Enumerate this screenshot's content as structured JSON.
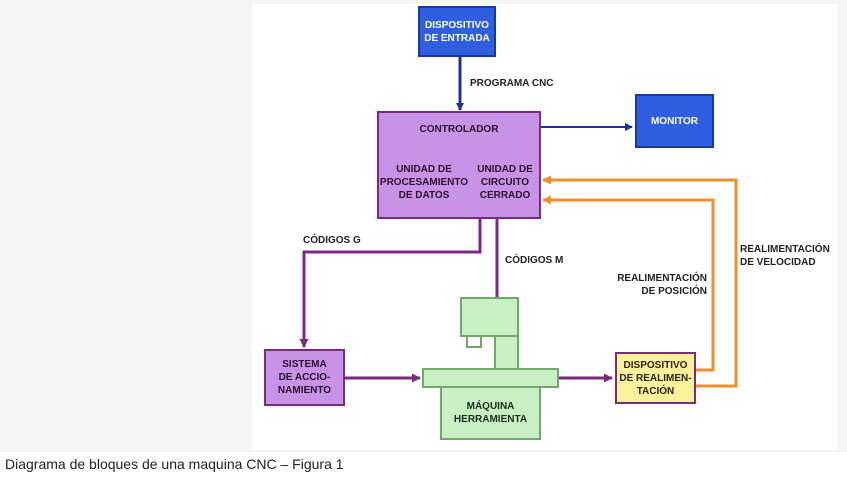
{
  "diagram": {
    "input_device": "DISPOSITIVO\nDE ENTRADA",
    "program_label": "PROGRAMA CNC",
    "controller": {
      "title": "CONTROLADOR",
      "left_unit": "UNIDAD DE\nPROCESAMIENTO\nDE DATOS",
      "right_unit": "UNIDAD DE\nCIRCUITO\nCERRADO"
    },
    "monitor": "MONITOR",
    "codes_g": "CÓDIGOS G",
    "codes_m": "CÓDIGOS M",
    "feedback_position": "REALIMENTACIÓN\nDE POSICIÓN",
    "feedback_speed": "REALIMENTACIÓN\nDE VELOCIDAD",
    "drive_system": "SISTEMA\nDE ACCIO-\nNAMIENTO",
    "machine_tool": "MÁQUINA\nHERRAMIENTA",
    "feedback_device": "DISPOSITIVO\nDE REALIMEN-\nTACIÓN"
  },
  "caption": "Diagrama de bloques de una maquina CNC – Figura 1",
  "colors": {
    "blue": "#2f5fe0",
    "purple": "#c893e6",
    "purple_line": "#7a2a82",
    "orange": "#f0902a",
    "green": "#c9f0c4",
    "yellow": "#fbf19a",
    "navy": "#1f2f9c"
  }
}
